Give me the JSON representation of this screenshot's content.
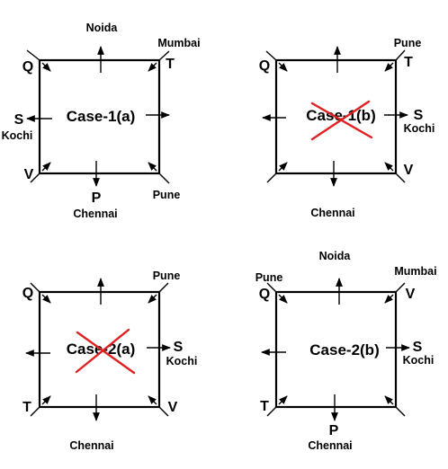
{
  "case1a": {
    "title": "Case-1(a)",
    "top": "Noida",
    "top_right": "Mumbai",
    "corner_tl": "Q",
    "corner_tr": "T",
    "corner_bl": "V",
    "left_letter": "S",
    "left_city": "Kochi",
    "bottom_letter": "P",
    "bottom_city": "Chennai",
    "bottom_right": "Pune",
    "crossed_out": false
  },
  "case1b": {
    "title": "Case-1(b)",
    "top_right": "Pune",
    "corner_tl": "Q",
    "corner_tr": "T",
    "corner_br": "V",
    "right_letter": "S",
    "right_city": "Kochi",
    "bottom_city": "Chennai",
    "crossed_out": true
  },
  "case2a": {
    "title": "Case-2(a)",
    "top_right": "Pune",
    "corner_tl": "Q",
    "corner_bl": "T",
    "corner_br": "V",
    "right_letter": "S",
    "right_city": "Kochi",
    "bottom_city": "Chennai",
    "crossed_out": true
  },
  "case2b": {
    "title": "Case-2(b)",
    "top": "Noida",
    "top_left": "Pune",
    "top_right": "Mumbai",
    "corner_tl": "Q",
    "corner_tr": "V",
    "corner_bl": "T",
    "right_letter": "S",
    "right_city": "Kochi",
    "bottom_letter": "P",
    "bottom_city": "Chennai",
    "crossed_out": false
  },
  "colors": {
    "line": "#000000",
    "cross": "#e02020"
  }
}
